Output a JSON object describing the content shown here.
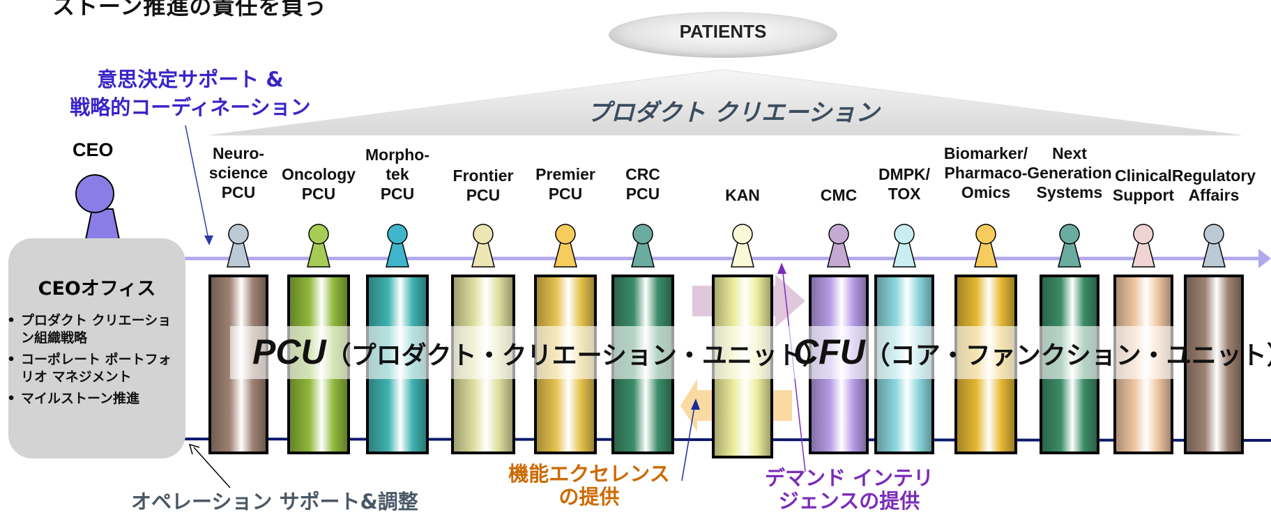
{
  "header": {
    "title": "ストーン推進の責任を負う"
  },
  "top": {
    "patients": "PATIENTS",
    "product_creation": "プロダクト クリエーション",
    "decision_support": [
      "意思決定サポート &",
      "戦略的コーディネーション"
    ],
    "ceo": "CEO"
  },
  "ceo_office": {
    "title": "CEOオフィス",
    "items": [
      "プロダクト クリエーション組織戦略",
      "コーポレート ポートフォリオ マネジメント",
      "マイルストーン推進"
    ]
  },
  "units": [
    {
      "label": "Neuro-\nscience\nPCU",
      "color": "#bccad6",
      "pillar": "#9e8272"
    },
    {
      "label": "Oncology\nPCU",
      "color": "#a6cc55",
      "pillar": "#8fb83a"
    },
    {
      "label": "Morpho-\ntek\nPCU",
      "color": "#3fb6cc",
      "pillar": "#3fb2b0"
    },
    {
      "label": "Frontier\nPCU",
      "color": "#ece6b4",
      "pillar": "#dede9e"
    },
    {
      "label": "Premier\nPCU",
      "color": "#f6cc5e",
      "pillar": "#e6c24e"
    },
    {
      "label": "CRC\nPCU",
      "color": "#6aaca0",
      "pillar": "#3c8c68"
    },
    {
      "label": "KAN",
      "color": "#faf8d6",
      "pillar": "#ecec9c"
    },
    {
      "label": "CMC",
      "color": "#c4aad2",
      "pillar": "#b69ce6"
    },
    {
      "label": "DMPK/\nTOX",
      "color": "#c8eef2",
      "pillar": "#8ad6dc"
    },
    {
      "label": "Biomarker/\nPharmaco-\nOmics",
      "color": "#f6cc5e",
      "pillar": "#e6b834"
    },
    {
      "label": "Next\nGeneration\nSystems",
      "color": "#6aaca0",
      "pillar": "#3c8c68"
    },
    {
      "label": "Clinical\nSupport",
      "color": "#f0d4d4",
      "pillar": "#eec6a2"
    },
    {
      "label": "Regulatory\nAffairs",
      "color": "#bccad6",
      "pillar": "#9e8272"
    }
  ],
  "band": {
    "pcu_abbr": "PCU",
    "pcu_full": "（プロダクト・クリエーション・ユニット）",
    "cfu_abbr": "CFU",
    "cfu_full": "（コア・ファンクション・ユニット）"
  },
  "bottom": {
    "operation_support": "オペレーション サポート&調整",
    "functional_excellence": [
      "機能エクセレンス",
      "の提供"
    ],
    "demand_intelligence": [
      "デマンド インテリ",
      "ジェンスの提供"
    ]
  },
  "colors": {
    "top_line": "#b0a8ec",
    "bottom_line": "#0d1a6e",
    "ceo_figure": "#8a7ee6",
    "label_blue": "#3a24c8",
    "label_orange": "#cc6a00",
    "label_purple": "#7a2cb8",
    "label_slate": "#4a5866"
  }
}
